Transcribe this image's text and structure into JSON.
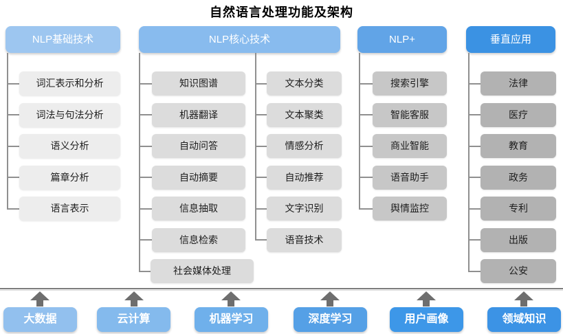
{
  "title": "自然语言处理功能及架构",
  "columns": [
    {
      "header": "NLP基础技术",
      "items": [
        "词汇表示和分析",
        "词法与句法分析",
        "语义分析",
        "篇章分析",
        "语言表示"
      ]
    },
    {
      "header": "NLP核心技术",
      "items_left": [
        "知识图谱",
        "机器翻译",
        "自动问答",
        "自动摘要",
        "信息抽取",
        "信息检索",
        "社会媒体处理"
      ],
      "items_right": [
        "文本分类",
        "文本聚类",
        "情感分析",
        "自动推荐",
        "文字识别",
        "语音技术"
      ]
    },
    {
      "header": "NLP+",
      "items": [
        "搜索引擎",
        "智能客服",
        "商业智能",
        "语音助手",
        "舆情监控"
      ]
    },
    {
      "header": "垂直应用",
      "items": [
        "法律",
        "医疗",
        "教育",
        "政务",
        "专利",
        "出版",
        "公安"
      ]
    }
  ],
  "foundation": {
    "items": [
      "大数据",
      "云计算",
      "机器学习",
      "深度学习",
      "用户画像",
      "领域知识"
    ]
  },
  "icons": {
    "up_arrow": "up-arrow"
  },
  "colors": {
    "header_blues": [
      "#9dc6f0",
      "#88bbee",
      "#61a4e7",
      "#3b92e3"
    ],
    "item_grays": [
      "#ededed",
      "#dcdcdc",
      "#c7c7c7",
      "#b2b2b2"
    ],
    "foundation_blues": [
      "#92c0ee",
      "#84baed",
      "#6fb0eb",
      "#55a0e6",
      "#3d97e8",
      "#3c93e5"
    ],
    "connector_line": "#8f8f8f",
    "arrow": "#6e6e6e"
  }
}
